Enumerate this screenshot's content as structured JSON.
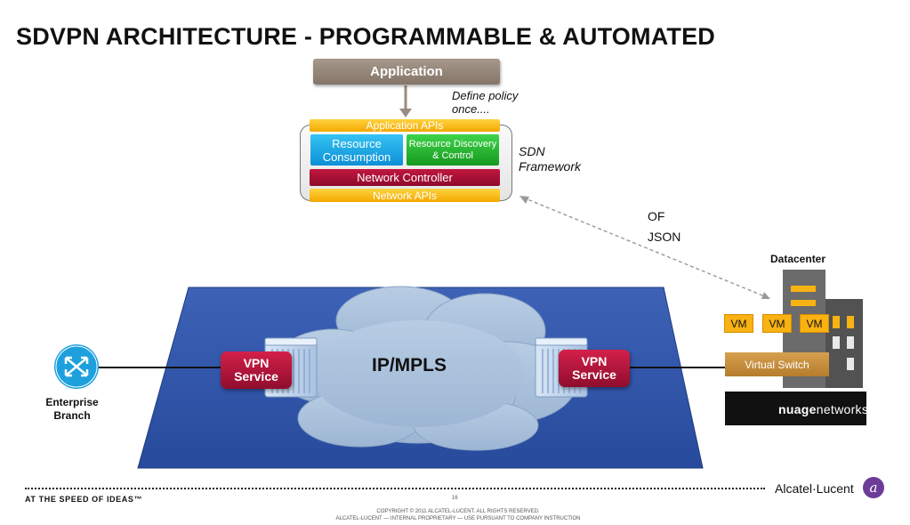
{
  "title": "SDVPN ARCHITECTURE - PROGRAMMABLE & AUTOMATED",
  "sdn": {
    "application": "Application",
    "policy_note": "Define policy once....",
    "application_apis": "Application APIs",
    "resource_consumption": "Resource Consumption",
    "resource_discovery": "Resource Discovery & Control",
    "network_controller": "Network Controller",
    "network_apis": "Network APIs",
    "framework_label": "SDN Framework"
  },
  "protocols": {
    "line1": "OF",
    "line2": "JSON"
  },
  "network": {
    "cloud_label": "IP/MPLS",
    "vpn_left": "VPN Service",
    "vpn_right": "VPN Service",
    "branch_label": "Enterprise Branch"
  },
  "datacenter": {
    "label": "Datacenter",
    "vms": [
      "VM",
      "VM",
      "VM"
    ],
    "virtual_switch": "Virtual Switch",
    "nuage_bold": "nuage",
    "nuage_light": "networks"
  },
  "footer": {
    "tagline": "AT THE SPEED OF IDEAS™",
    "page_number": "16",
    "copyright_line1": "COPYRIGHT © 2011 ALCATEL-LUCENT. ALL RIGHTS RESERVED.",
    "copyright_line2": "ALCATEL-LUCENT — INTERNAL PROPRIETARY — USE PURSUANT TO COMPANY INSTRUCTION",
    "brand": "Alcatel·Lucent"
  },
  "colors": {
    "plane_blue": "#2c4fa3",
    "cloud_blue": "#a9c1dc",
    "controller_red": "#a8103a",
    "api_yellow": "#f8b816",
    "vm_orange": "#f8b212",
    "brand_purple": "#6d3c98"
  },
  "icons": {
    "branch": "router-arrows-icon",
    "building": "datacenter-building-icon",
    "switch": "layer3-switch-icon"
  }
}
